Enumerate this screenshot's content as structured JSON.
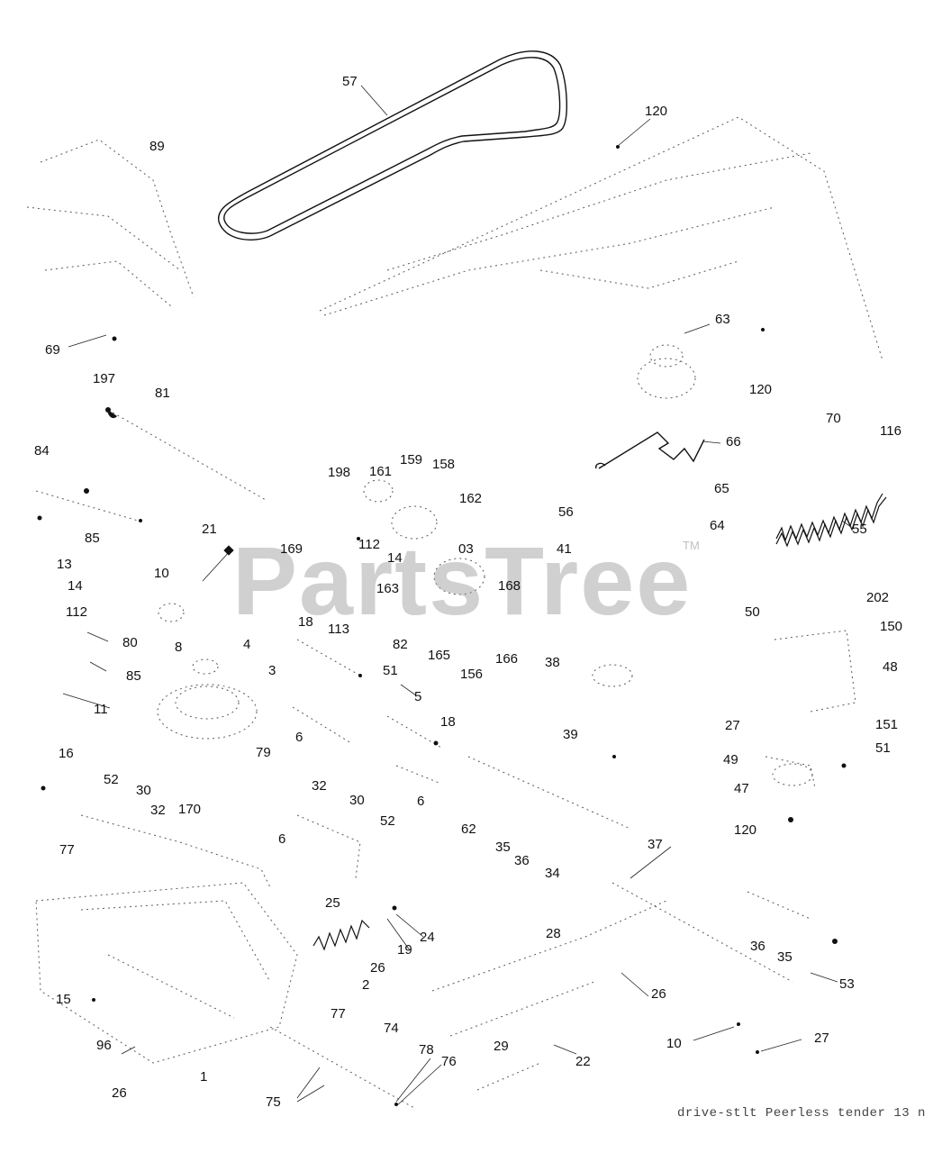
{
  "diagram": {
    "caption": "drive-stlt Peerless tender 13 n",
    "watermark": "PartsTree",
    "trademark": "TM",
    "labels": [
      {
        "id": "l57",
        "text": "57"
      },
      {
        "id": "l120a",
        "text": "120"
      },
      {
        "id": "l89",
        "text": "89"
      },
      {
        "id": "l63",
        "text": "63"
      },
      {
        "id": "l69",
        "text": "69"
      },
      {
        "id": "l197",
        "text": "197"
      },
      {
        "id": "l81",
        "text": "81"
      },
      {
        "id": "l120b",
        "text": "120"
      },
      {
        "id": "l70",
        "text": "70"
      },
      {
        "id": "l116",
        "text": "116"
      },
      {
        "id": "l84",
        "text": "84"
      },
      {
        "id": "l66",
        "text": "66"
      },
      {
        "id": "l198",
        "text": "198"
      },
      {
        "id": "l161",
        "text": "161"
      },
      {
        "id": "l159",
        "text": "159"
      },
      {
        "id": "l158",
        "text": "158"
      },
      {
        "id": "l65",
        "text": "65"
      },
      {
        "id": "l162",
        "text": "162"
      },
      {
        "id": "l56",
        "text": "56"
      },
      {
        "id": "l64",
        "text": "64"
      },
      {
        "id": "l55",
        "text": "55"
      },
      {
        "id": "l21",
        "text": "21"
      },
      {
        "id": "l85a",
        "text": "85"
      },
      {
        "id": "l169",
        "text": "169"
      },
      {
        "id": "l112a",
        "text": "112"
      },
      {
        "id": "l41",
        "text": "41"
      },
      {
        "id": "l13",
        "text": "13"
      },
      {
        "id": "l14a",
        "text": "14"
      },
      {
        "id": "l03",
        "text": "03"
      },
      {
        "id": "l10a",
        "text": "10"
      },
      {
        "id": "l168",
        "text": "168"
      },
      {
        "id": "l14b",
        "text": "14"
      },
      {
        "id": "l163",
        "text": "163"
      },
      {
        "id": "l202",
        "text": "202"
      },
      {
        "id": "l112b",
        "text": "112"
      },
      {
        "id": "l50",
        "text": "50"
      },
      {
        "id": "l150",
        "text": "150"
      },
      {
        "id": "l18a",
        "text": "18"
      },
      {
        "id": "l113",
        "text": "113"
      },
      {
        "id": "l80",
        "text": "80"
      },
      {
        "id": "l8",
        "text": "8"
      },
      {
        "id": "l4",
        "text": "4"
      },
      {
        "id": "l82",
        "text": "82"
      },
      {
        "id": "l165",
        "text": "165"
      },
      {
        "id": "l166",
        "text": "166"
      },
      {
        "id": "l38",
        "text": "38"
      },
      {
        "id": "l48",
        "text": "48"
      },
      {
        "id": "l85b",
        "text": "85"
      },
      {
        "id": "l3",
        "text": "3"
      },
      {
        "id": "l51a",
        "text": "51"
      },
      {
        "id": "l156",
        "text": "156"
      },
      {
        "id": "l5",
        "text": "5"
      },
      {
        "id": "l11",
        "text": "11"
      },
      {
        "id": "l18b",
        "text": "18"
      },
      {
        "id": "l27a",
        "text": "27"
      },
      {
        "id": "l151",
        "text": "151"
      },
      {
        "id": "l6a",
        "text": "6"
      },
      {
        "id": "l39",
        "text": "39"
      },
      {
        "id": "l51b",
        "text": "51"
      },
      {
        "id": "l16",
        "text": "16"
      },
      {
        "id": "l79",
        "text": "79"
      },
      {
        "id": "l49",
        "text": "49"
      },
      {
        "id": "l52a",
        "text": "52"
      },
      {
        "id": "l32a",
        "text": "32"
      },
      {
        "id": "l47",
        "text": "47"
      },
      {
        "id": "l30a",
        "text": "30"
      },
      {
        "id": "l30b",
        "text": "30"
      },
      {
        "id": "l6b",
        "text": "6"
      },
      {
        "id": "l32b",
        "text": "32"
      },
      {
        "id": "l170",
        "text": "170"
      },
      {
        "id": "l52b",
        "text": "52"
      },
      {
        "id": "l120c",
        "text": "120"
      },
      {
        "id": "l62",
        "text": "62"
      },
      {
        "id": "l6c",
        "text": "6"
      },
      {
        "id": "l37",
        "text": "37"
      },
      {
        "id": "l77a",
        "text": "77"
      },
      {
        "id": "l35a",
        "text": "35"
      },
      {
        "id": "l36a",
        "text": "36"
      },
      {
        "id": "l34",
        "text": "34"
      },
      {
        "id": "l25",
        "text": "25"
      },
      {
        "id": "l24",
        "text": "24"
      },
      {
        "id": "l28",
        "text": "28"
      },
      {
        "id": "l19",
        "text": "19"
      },
      {
        "id": "l36b",
        "text": "36"
      },
      {
        "id": "l35b",
        "text": "35"
      },
      {
        "id": "l26a",
        "text": "26"
      },
      {
        "id": "l2",
        "text": "2"
      },
      {
        "id": "l53",
        "text": "53"
      },
      {
        "id": "l15",
        "text": "15"
      },
      {
        "id": "l26b",
        "text": "26"
      },
      {
        "id": "l77b",
        "text": "77"
      },
      {
        "id": "l74",
        "text": "74"
      },
      {
        "id": "l10b",
        "text": "10"
      },
      {
        "id": "l27b",
        "text": "27"
      },
      {
        "id": "l96",
        "text": "96"
      },
      {
        "id": "l29",
        "text": "29"
      },
      {
        "id": "l78",
        "text": "78"
      },
      {
        "id": "l76",
        "text": "76"
      },
      {
        "id": "l22",
        "text": "22"
      },
      {
        "id": "l1",
        "text": "1"
      },
      {
        "id": "l26c",
        "text": "26"
      },
      {
        "id": "l75",
        "text": "75"
      }
    ]
  }
}
